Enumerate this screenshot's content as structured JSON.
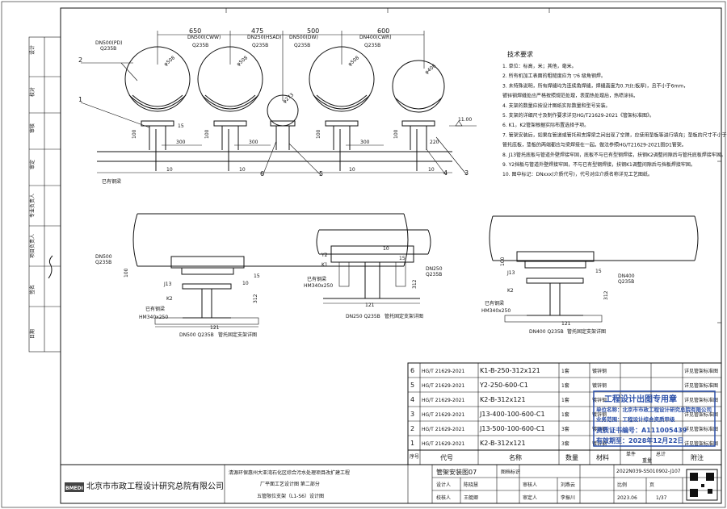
{
  "top_view": {
    "spacings": [
      "650",
      "475",
      "500",
      "600"
    ],
    "pipes": [
      {
        "dn": "DN500(PD)",
        "mat": "Q235B",
        "dia": "φ508"
      },
      {
        "dn": "DN500(CWW)",
        "mat": "Q235B",
        "dia": "φ508"
      },
      {
        "dn": "DN250(HSAD)",
        "mat": "Q235B",
        "dia": "φ273"
      },
      {
        "dn": "DN500(DW)",
        "mat": "Q235B",
        "dia": "φ508"
      },
      {
        "dn": "DN400(CWR)",
        "mat": "Q235B",
        "dia": "φ406"
      }
    ],
    "dims": [
      "300",
      "300",
      "300",
      "220",
      "10",
      "10",
      "10",
      "10",
      "15",
      "100",
      "100",
      "100",
      "100"
    ],
    "level": "11.00",
    "beam_label": "已有钢梁",
    "callouts": [
      "1",
      "2",
      "3",
      "4",
      "5",
      "6"
    ]
  },
  "notes": {
    "title": "技术要求",
    "items": [
      "1. 单位：标高，米；其他，毫米。",
      "2. 所有机加工表面的粗糙度应为 ▽6 级角钢焊。",
      "3. 未特殊说明，所有焊缝均为连续角焊缝，焊缝高度为0.7t(t:板厚)，且不小于6mm，",
      "   镀锌钢焊缝处应严格按照规范处理，表面热处理后，热喷涂锌。",
      "4. 支架的数量应按设计图纸实际数量和型号安装。",
      "5. 支架的详细尺寸及制作要求详见HG/T21629-2021《管架标准图》。",
      "6. K1，K2管架根据实际布置选择子项。",
      "7. 管架安装后，如果在管道或管托和支撑梁之间出现了空隙，应使用垫板等进行填充；垫板的尺寸不小于",
      "   管托底板，垫板的两端都应与梁焊接在一起。做法参照HG/T21629-2021图D1管架。",
      "8. J13管托底板与管道外壁焊接牢固，底板不与已有型钢焊接，扶钢K2调整间隙后与管托底板焊接牢固。",
      "9. Y2挡板与管道外壁焊接牢固，不与已有型钢焊接，扶钢K1调整间隙后与挡板焊接牢固。",
      "10. 图中标记：DNxxx(介质代号)，代号对应介质名称详见工艺图纸。"
    ]
  },
  "details": [
    {
      "pipe": "DN500",
      "mat": "Q235B",
      "caption": "DN500 Q235B",
      "sub": "管托固定支架详图",
      "labels": [
        "J13",
        "K2",
        "已有钢梁",
        "HM340x250",
        "312",
        "100",
        "15",
        "10",
        "121"
      ]
    },
    {
      "pipe": "DN250",
      "mat": "Q235B",
      "caption": "DN250 Q235B",
      "sub": "管托固定支架详图",
      "labels": [
        "Y2",
        "K1",
        "已有钢梁",
        "HM340x250",
        "312",
        "121",
        "10",
        "15"
      ]
    },
    {
      "pipe": "DN400",
      "mat": "Q235B",
      "caption": "DN400 Q235B",
      "sub": "管托固定支架详图",
      "labels": [
        "J13",
        "K2",
        "已有钢梁",
        "HM340x250",
        "312",
        "100",
        "15",
        "121"
      ]
    }
  ],
  "side_labels": [
    "设计",
    "校对",
    "审核",
    "审定",
    "专业负责人",
    "项目负责人",
    "签名",
    "日期"
  ],
  "bom": {
    "headers": {
      "seq": "序号",
      "code": "代号",
      "name": "名称",
      "qty": "数量",
      "mat": "材料",
      "unit": "单件",
      "total": "总计",
      "wt": "重量",
      "note": "附注"
    },
    "rows": [
      {
        "seq": "6",
        "code": "HG/T 21629-2021",
        "name": "K1-B-250-312x121",
        "qty": "1套",
        "mat": "镀锌钢",
        "note": "详见管架标准图"
      },
      {
        "seq": "5",
        "code": "HG/T 21629-2021",
        "name": "Y2-250-600-C1",
        "qty": "1套",
        "mat": "镀锌钢",
        "note": "详见管架标准图"
      },
      {
        "seq": "4",
        "code": "HG/T 21629-2021",
        "name": "K2-B-312x121",
        "qty": "1套",
        "mat": "镀锌钢",
        "note": "详见管架标准图"
      },
      {
        "seq": "3",
        "code": "HG/T 21629-2021",
        "name": "J13-400-100-600-C1",
        "qty": "1套",
        "mat": "镀锌钢",
        "note": "详见管架标准图"
      },
      {
        "seq": "2",
        "code": "HG/T 21629-2021",
        "name": "J13-500-100-600-C1",
        "qty": "3套",
        "mat": "镀锌钢",
        "note": "详见管架标准图"
      },
      {
        "seq": "1",
        "code": "HG/T 21629-2021",
        "name": "K2-B-312x121",
        "qty": "3套",
        "mat": "镀锌钢",
        "note": "详见管架标准图"
      }
    ]
  },
  "stamp": {
    "title": "工程设计出图专用章",
    "unit": "单位名称：北京市市政工程设计研究总院有限公司",
    "range": "业务范围：工程设计综合资质甲级",
    "cert": "资质证书编号：A111005439",
    "valid": "有效期至：2028年12月22日"
  },
  "title_block": {
    "company": "北京市市政工程设计研究总院有限公司",
    "logo": "BMEDI",
    "project": "清源环保惠州大亚湾石化区综合污水处理项目改扩建工程",
    "subtitle": "厂平面工艺设计图 第二部分",
    "drawing_title": "五管限位支架（L1-S6）设计图",
    "drawing_name": "管架安装图07",
    "drawing_no_label": "图档标识",
    "drawing_no": "2022N039-SS010902-J107",
    "designer_label": "设计人",
    "designer": "陈晓慧",
    "checker_label": "校核人",
    "checker": "王艇卿",
    "reviewer_label": "审核人",
    "reviewer": "刘燕云",
    "approver_label": "审定人",
    "approver": "李振川",
    "scale_label": "比例",
    "scale": "",
    "date": "2023.06",
    "sheet_label": "页",
    "sheet": "1/37"
  }
}
